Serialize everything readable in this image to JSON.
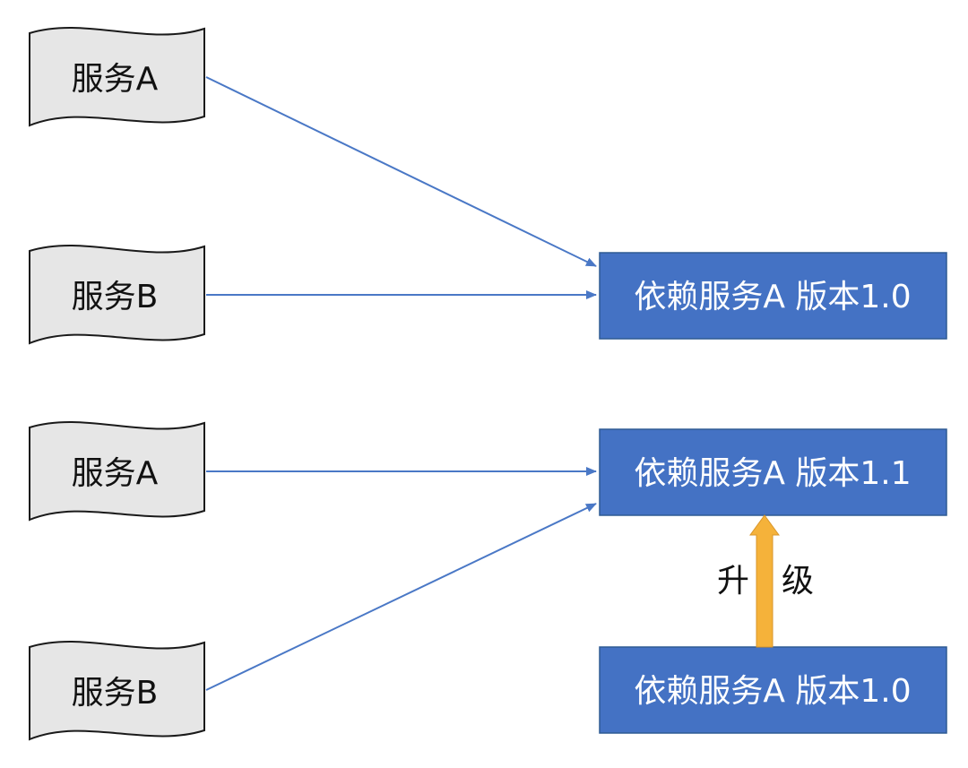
{
  "diagram": {
    "services": [
      {
        "label": "服务A"
      },
      {
        "label": "服务B"
      },
      {
        "label": "服务A"
      },
      {
        "label": "服务B"
      }
    ],
    "boxes": [
      {
        "label": "依赖服务A 版本1.0"
      },
      {
        "label": "依赖服务A 版本1.1"
      },
      {
        "label": "依赖服务A 版本1.0"
      }
    ],
    "upgrade": {
      "label_left": "升",
      "label_right": "级"
    }
  },
  "colors": {
    "box_fill": "#4472c4",
    "connector": "#4a78c6",
    "upgrade_arrow": "#f5b23a",
    "document_fill": "#e6e6e6"
  },
  "icons": {
    "service_shape": "document-icon",
    "upgrade_arrow": "arrow-up-icon"
  }
}
